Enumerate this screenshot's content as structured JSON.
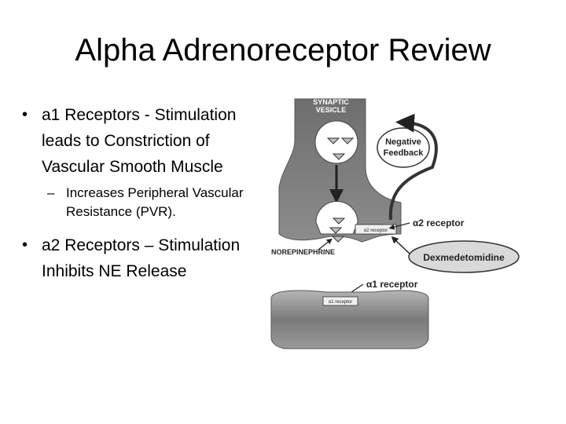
{
  "title": "Alpha Adrenoreceptor Review",
  "bullets": [
    {
      "text": "a1 Receptors - Stimulation leads to Constriction of Vascular Smooth Muscle",
      "sub": "Increases Peripheral Vascular Resistance (PVR)."
    },
    {
      "text": "a2 Receptors – Stimulation Inhibits NE Release"
    }
  ],
  "diagram": {
    "synaptic_vesicle_line1": "SYNAPTIC",
    "synaptic_vesicle_line2": "VESICLE",
    "negative_feedback_line1": "Negative",
    "negative_feedback_line2": "Feedback",
    "a2_receptor_label": "α2 receptor",
    "a2_receptor_small": "α2 receptor",
    "norepinephrine_label": "NOREPINEPHRINE",
    "dexmedetomidine_label": "Dexmedetomidine",
    "a1_receptor_label": "α1 receptor",
    "a1_receptor_small": "α1 receptor"
  },
  "colors": {
    "neuron_fill": "#7a7a7a",
    "postsynaptic_fill": "#8a8a8a",
    "oval_fill": "#d9d9d9",
    "arrow": "#333333"
  }
}
